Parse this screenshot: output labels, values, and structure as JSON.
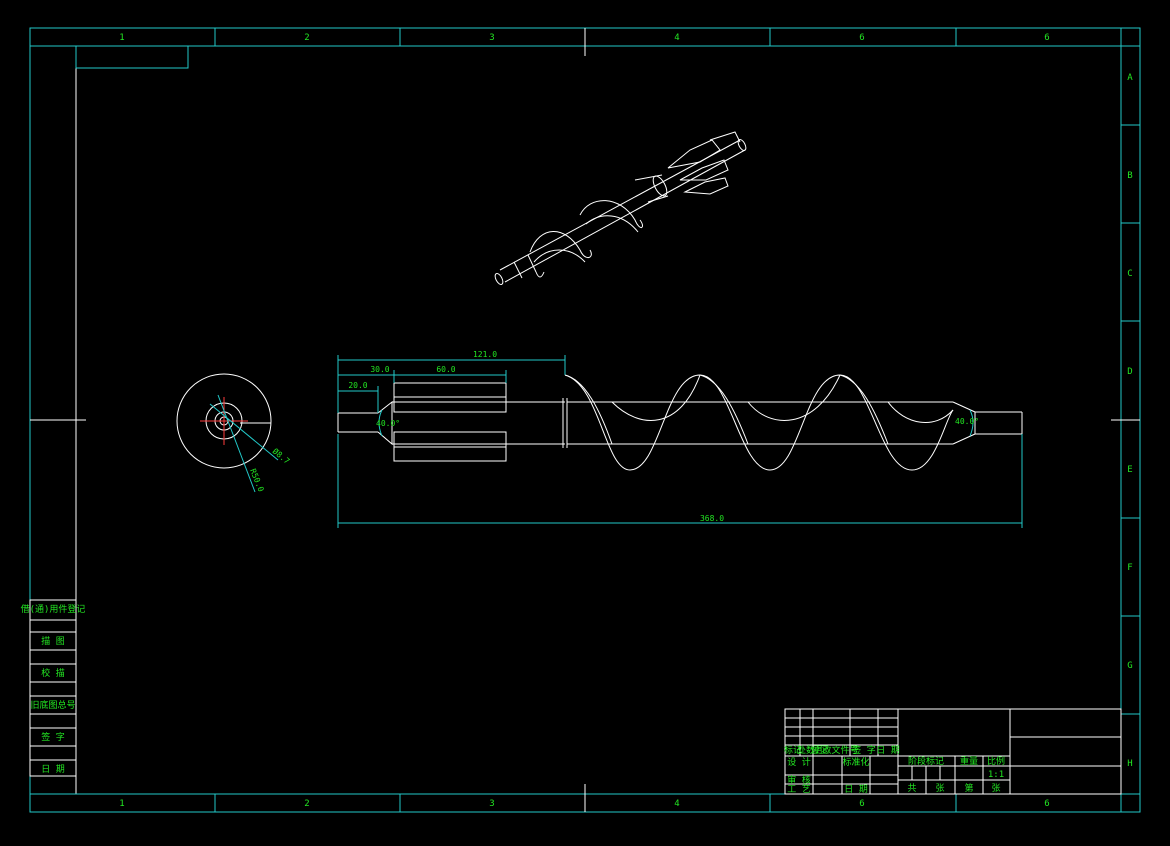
{
  "frame": {
    "column_labels": [
      "1",
      "2",
      "3",
      "4",
      "6",
      "6"
    ],
    "row_labels": [
      "A",
      "B",
      "C",
      "D",
      "E",
      "F",
      "G",
      "H"
    ]
  },
  "dimensions": {
    "d1": "20.0",
    "d2": "30.0",
    "d3": "60.0",
    "d4": "121.0",
    "chamfer_left": "40.0°",
    "chamfer_right": "40.0°",
    "overall": "368.0",
    "diameter": "Ø8.7",
    "radius": "R50.0"
  },
  "side_stamp": {
    "items": [
      "借(通)用件登记",
      "描 图",
      "校 描",
      "旧底图总号",
      "签 字",
      "日 期"
    ]
  },
  "title_block": {
    "header_row": [
      "标记",
      "处数",
      "分区",
      "更改文件号",
      "签 字",
      "日 期"
    ],
    "design_label": "设 计",
    "standardize_label": "标准化",
    "stage_label": "阶段标记",
    "weight_label": "重量",
    "scale_label": "比例",
    "scale_value": "1:1",
    "review_label": "审 核",
    "process_label": "工 艺",
    "date_label": "日 期",
    "total_label": "共",
    "sheet_label": "张",
    "page_label": "第",
    "page_label2": "张"
  },
  "colors": {
    "frame": "#22c9c9",
    "drawing": "#ffffff",
    "text": "#22e522",
    "accent": "#ff3b3b",
    "dimension": "#22c9c9"
  }
}
